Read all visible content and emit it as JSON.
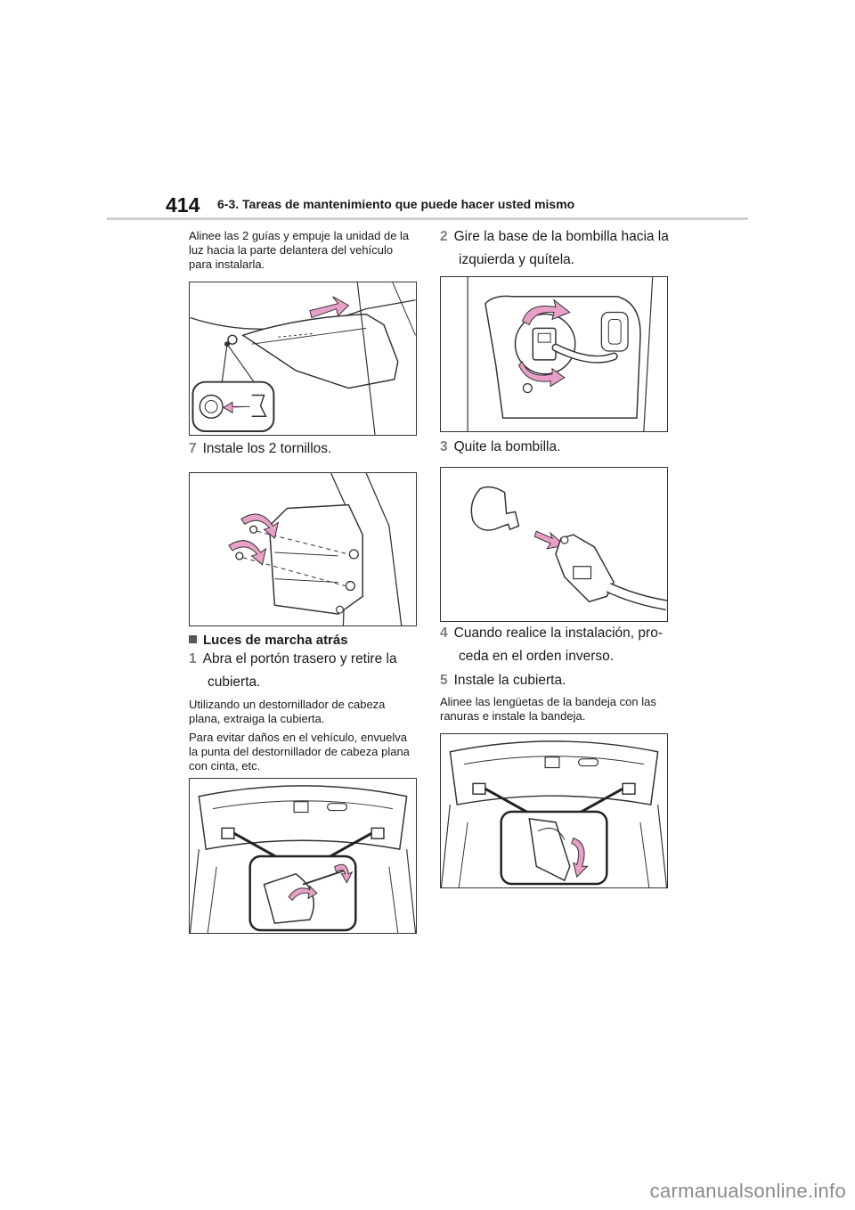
{
  "header": {
    "page_number": "414",
    "section_title": "6-3. Tareas de mantenimiento que puede hacer usted mismo"
  },
  "left": {
    "intro_lines": [
      "Alinee las 2 guías y empuje la unidad de la",
      "luz hacia la parte delantera del vehículo",
      "para instalarla."
    ],
    "step7": {
      "num": "7",
      "text": "Instale los 2 tornillos."
    },
    "section_heading": "Luces de marcha atrás",
    "step1": {
      "num": "1",
      "line1": "Abra el portón trasero y retire la",
      "line2": "cubierta."
    },
    "note1_lines": [
      "Utilizando un destornillador de cabeza",
      "plana, extraiga la cubierta."
    ],
    "note2_lines": [
      "Para evitar daños en el vehículo, envuelva",
      "la punta del destornillador de cabeza plana",
      "con cinta, etc."
    ]
  },
  "right": {
    "step2": {
      "num": "2",
      "line1": "Gire la base de la bombilla hacia la",
      "line2": "izquierda y quítela."
    },
    "step3": {
      "num": "3",
      "text": "Quite la bombilla."
    },
    "step4": {
      "num": "4",
      "line1": "Cuando realice la instalación, pro-",
      "line2": "ceda en el orden inverso."
    },
    "step5": {
      "num": "5",
      "text": "Instale la cubierta."
    },
    "note_lines": [
      "Alinee las lengüetas de la bandeja con las",
      "ranuras e instale la bandeja."
    ]
  },
  "footer": {
    "watermark": "carmanualsonline.info"
  },
  "colors": {
    "arrow_pink": "#e8a0c8",
    "step_number_gray": "#7f7f7f"
  }
}
